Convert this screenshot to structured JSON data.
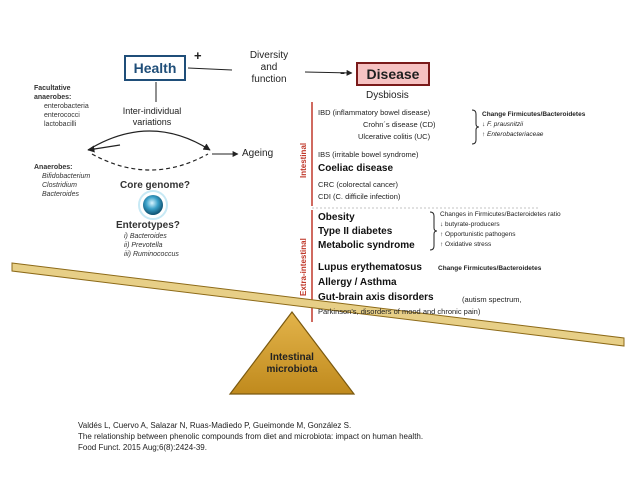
{
  "health": "Health",
  "plus": "+",
  "minus": "-",
  "disease": "Disease",
  "center_label": [
    "Diversity",
    "and",
    "function"
  ],
  "dysbiosis": "Dysbiosis",
  "facultative": {
    "title_1": "Facultative",
    "title_2": "anaerobes:",
    "items": [
      "enterobacteria",
      "enterococci",
      "lactobacilli"
    ]
  },
  "anaerobes": {
    "title": "Anaerobes:",
    "items": [
      "Bifidobacterium",
      "Clostridium",
      "Bacteroides"
    ]
  },
  "inter_individual": [
    "Inter-individual",
    "variations"
  ],
  "ageing": "Ageing",
  "core_genome": "Core genome?",
  "enterotypes": {
    "title": "Enterotypes?",
    "items": [
      "i) Bacteroides",
      "ii) Prevotella",
      "iii) Ruminococcus"
    ]
  },
  "intestinal_label": "Intestinal",
  "extra_intestinal_label": "Extra-intestinal",
  "ibd": {
    "line1": "IBD (inflammatory bowel disease)",
    "line2": "Crohn´s disease (CD)",
    "line3": "Ulcerative colitis (UC)",
    "change_1": "Change Firmicutes/Bacteroidetes",
    "change_2": "↓ F. prausnitzii",
    "change_3": "↑ Enterobacteriaceae"
  },
  "ibs": "IBS (irritable bowel syndrome)",
  "coeliac": "Coeliac disease",
  "crc": "CRC (colorectal cancer)",
  "cdi": "CDI (C. difficile infection)",
  "obesity": "Obesity",
  "type2": "Type II diabetes",
  "metabolic": "Metabolic syndrome",
  "metabolic_changes": [
    "Changes in Firmicutes/Bacteroidetes ratio",
    "↓ butyrate-producers",
    "↑ Opportunistic pathogens",
    "↑ Oxidative stress"
  ],
  "lupus": "Lupus erythematosus",
  "lupus_change": "Change Firmicutes/Bacteroidetes",
  "allergy": "Allergy / Asthma",
  "gut_brain": "Gut-brain axis disorders",
  "gut_brain_detail_1": "(autism spectrum,",
  "gut_brain_detail_2": "Parkinson's, disorders of mood and chronic pain)",
  "fulcrum": [
    "Intestinal",
    "microbiota"
  ],
  "citation": [
    "Valdés L, Cuervo A, Salazar N, Ruas-Madiedo P, Gueimonde M, González S.",
    "The relationship between phenolic compounds from diet and microbiota: impact on human health.",
    "Food Funct. 2015 Aug;6(8):2424-39."
  ]
}
